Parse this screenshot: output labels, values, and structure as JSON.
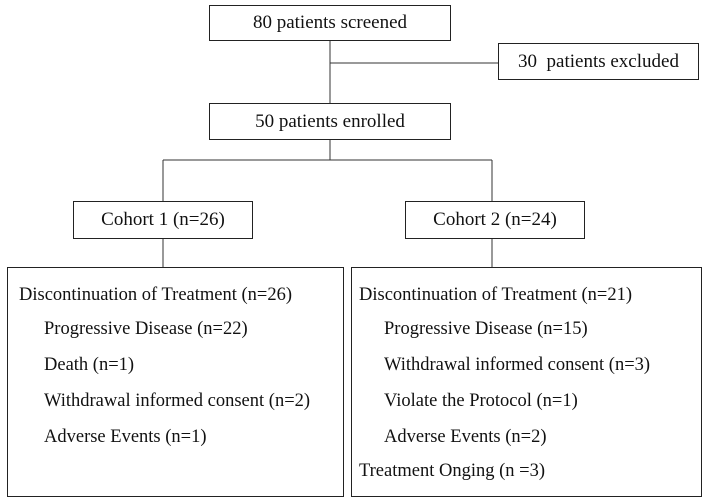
{
  "flowchart": {
    "screened": "80 patients screened",
    "excluded": "30  patients excluded",
    "enrolled": "50 patients enrolled",
    "cohort1": {
      "label": "Cohort 1 (n=26)",
      "discontinuation": "Discontinuation of Treatment (n=26)",
      "reasons": [
        "Progressive Disease (n=22)",
        "Death (n=1)",
        "Withdrawal informed consent (n=2)",
        "Adverse Events (n=1)"
      ]
    },
    "cohort2": {
      "label": "Cohort 2 (n=24)",
      "discontinuation": "Discontinuation of Treatment (n=21)",
      "reasons": [
        "Progressive Disease (n=15)",
        "Withdrawal informed consent (n=3)",
        "Violate the Protocol (n=1)",
        "Adverse Events (n=2)"
      ],
      "ongoing": "Treatment Onging (n =3)"
    }
  }
}
